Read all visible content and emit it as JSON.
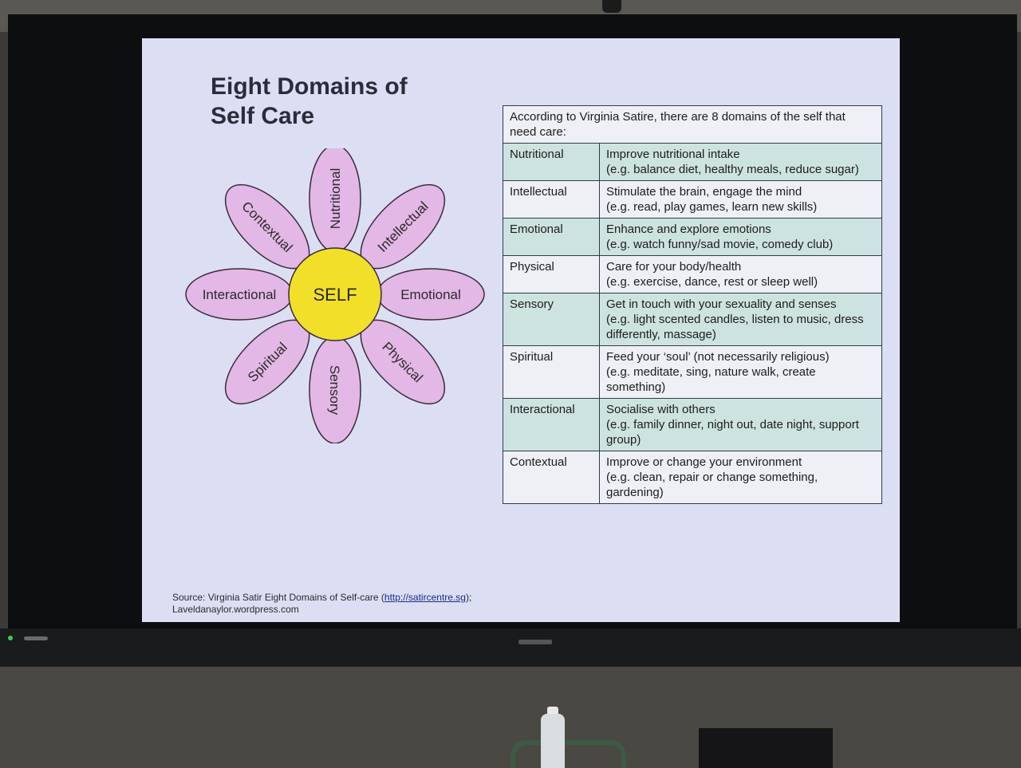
{
  "slide": {
    "title": "Eight Domains of Self Care",
    "flower": {
      "center": "SELF",
      "petals": [
        "Nutritional",
        "Intellectual",
        "Emotional",
        "Physical",
        "Sensory",
        "Spiritual",
        "Interactional",
        "Contextual"
      ],
      "colors": {
        "petal": "#e3b7e6",
        "center": "#f1df2a",
        "outline": "#3a2a3a"
      }
    },
    "table": {
      "header": "According to Virginia Satire, there are 8 domains of the self that need care:",
      "rows": [
        {
          "domain": "Nutritional",
          "line1": "Improve nutritional intake",
          "line2": "(e.g. balance diet, healthy meals, reduce sugar)"
        },
        {
          "domain": "Intellectual",
          "line1": "Stimulate the brain, engage the mind",
          "line2": "(e.g. read, play games, learn new skills)"
        },
        {
          "domain": "Emotional",
          "line1": "Enhance and explore emotions",
          "line2": "(e.g. watch funny/sad movie, comedy club)"
        },
        {
          "domain": "Physical",
          "line1": "Care for your body/health",
          "line2": "(e.g. exercise, dance, rest or sleep well)"
        },
        {
          "domain": "Sensory",
          "line1": "Get in touch with your sexuality and senses",
          "line2": "(e.g. light scented candles, listen to music, dress differently, massage)"
        },
        {
          "domain": "Spiritual",
          "line1": "Feed your ‘soul’ (not necessarily religious)",
          "line2": "(e.g. meditate, sing, nature walk, create something)"
        },
        {
          "domain": "Interactional",
          "line1": "Socialise with others",
          "line2": "(e.g. family dinner, night out, date night, support group)"
        },
        {
          "domain": "Contextual",
          "line1": "Improve or change your environment",
          "line2": "(e.g. clean, repair or change something, gardening)"
        }
      ],
      "colors": {
        "shaded": "#cde3e0",
        "plain": "#eef0f6"
      }
    },
    "source": {
      "prefix": "Source: Virginia Satir Eight Domains of Self-care (",
      "link": "http://satircentre.sg",
      "suffix": ");",
      "line2": "Laveldanaylor.wordpress.com"
    }
  }
}
